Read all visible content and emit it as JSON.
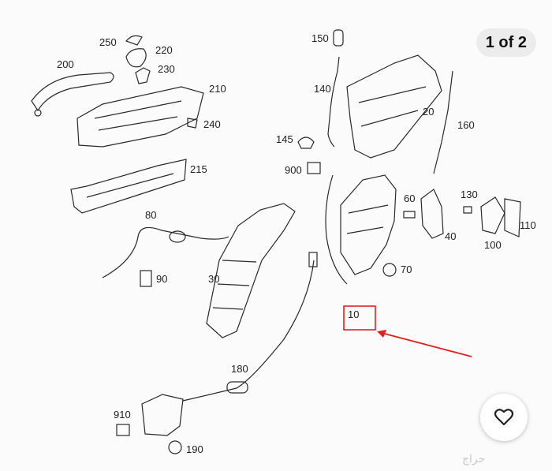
{
  "viewer": {
    "counter": "1 of 2",
    "favorite_icon": "heart-outline-icon",
    "watermark": "حراج"
  },
  "diagram": {
    "callouts": {
      "c250": "250",
      "c220": "220",
      "c230": "230",
      "c200": "200",
      "c210": "210",
      "c240": "240",
      "c215": "215",
      "c80": "80",
      "c90": "90",
      "c30": "30",
      "c150": "150",
      "c140": "140",
      "c145": "145",
      "c900": "900",
      "c20": "20",
      "c160": "160",
      "c60": "60",
      "c130": "130",
      "c40": "40",
      "c110": "110",
      "c100": "100",
      "c70": "70",
      "c10": "10",
      "c180": "180",
      "c910": "910",
      "c190": "190"
    },
    "highlight": {
      "target": "10",
      "color": "#e02020"
    }
  }
}
